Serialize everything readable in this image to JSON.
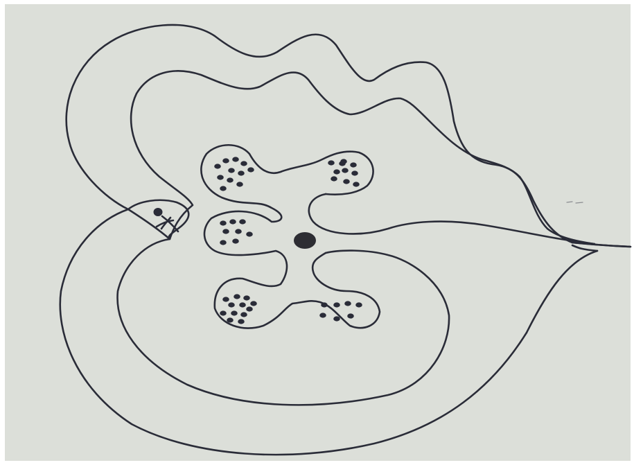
{
  "colors": {
    "paper": "#dcdfd9",
    "border": "#ffffff",
    "ink": "#2a2c38",
    "dot_fill": "#2a2c38",
    "center_spot": "#2d2d33",
    "stray_mark": "#8a8c90"
  },
  "drawing": {
    "kind": "hand-drawn ink sketch on paper",
    "labels_present": false,
    "lobes": [
      {
        "name": "upper-left-lobe",
        "dots": 11
      },
      {
        "name": "upper-right-lobe",
        "dots": 10
      },
      {
        "name": "middle-left-lobe",
        "dots": 8
      },
      {
        "name": "lower-left-lobe",
        "dots": 12
      },
      {
        "name": "lower-right-lobe",
        "dots": 7
      }
    ],
    "has_center_spot": true,
    "has_small_figure": true
  }
}
